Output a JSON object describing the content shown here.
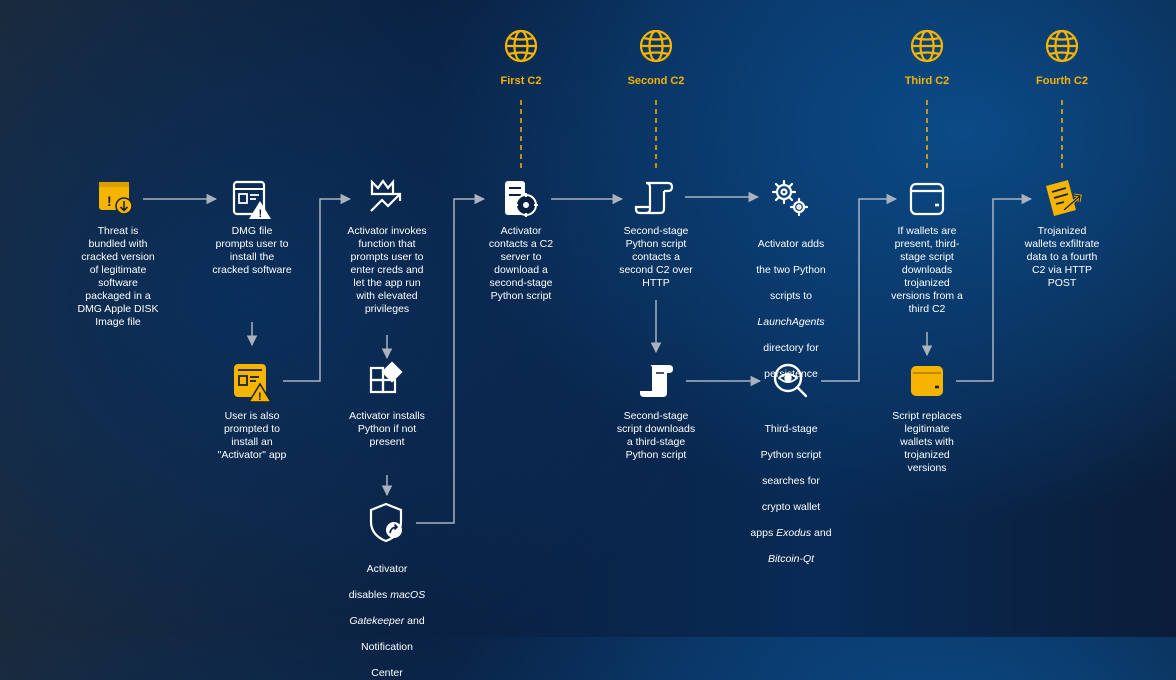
{
  "colors": {
    "accent": "#f5b400",
    "line": "#a9b2bd",
    "icon": "#ffffff"
  },
  "c2": [
    {
      "name": "First C2",
      "icon": "globe-icon"
    },
    {
      "name": "Second C2",
      "icon": "globe-icon"
    },
    {
      "name": "Third C2",
      "icon": "globe-icon"
    },
    {
      "name": "Fourth C2",
      "icon": "globe-icon"
    }
  ],
  "steps": {
    "threat": {
      "icon": "dmg-download-icon",
      "text": "Threat is\nbundled with\ncracked version\nof legitimate\nsoftware\npackaged in a\nDMG Apple DISK\nImage file"
    },
    "dmg_prompt": {
      "icon": "warning-window-icon",
      "text": "DMG file\nprompts user to\ninstall the\ncracked software"
    },
    "activator_prompt": {
      "icon": "warning-window-icon",
      "text": "User is also\nprompted to\ninstall an\n\"Activator\" app"
    },
    "invoke": {
      "icon": "crown-arrow-icon",
      "text": "Activator invokes\nfunction that\nprompts user to\nenter creds and\nlet the app run\nwith elevated\nprivileges"
    },
    "install_python": {
      "icon": "app-install-icon",
      "text": "Activator installs\nPython if not\npresent"
    },
    "gatekeeper": {
      "icon": "shield-arrow-icon",
      "line1": "Activator",
      "line2_prefix": "disables ",
      "line2_em": "macOS",
      "line3_em": "Gatekeeper",
      "line3_suffix": " and",
      "line4": "Notification",
      "line5": "Center"
    },
    "contact_c2": {
      "icon": "server-target-icon",
      "text": "Activator\ncontacts a C2\nserver to\ndownload a\nsecond-stage\nPython script"
    },
    "second_stage": {
      "icon": "script-scroll-icon",
      "text": "Second-stage\nPython script\ncontacts a\nsecond C2 over\nHTTP"
    },
    "second_downloads": {
      "icon": "script-scroll-icon",
      "text": "Second-stage\nscript downloads\na third-stage\nPython script"
    },
    "persistence": {
      "icon": "gears-icon",
      "line1": "Activator adds",
      "line2": "the two Python",
      "line3": "scripts to",
      "line4_em": "LaunchAgents",
      "line5": "directory for",
      "line6": "persistence"
    },
    "third_search": {
      "icon": "search-eye-icon",
      "line1": "Third-stage",
      "line2": "Python script",
      "line3": "searches for",
      "line4": "crypto wallet",
      "line5_prefix": "apps ",
      "line5_em": "Exodus",
      "line5_suffix": " and",
      "line6_em": "Bitcoin-Qt"
    },
    "wallets_present": {
      "icon": "wallet-outline-icon",
      "text": "If wallets are\npresent, third-\nstage script\ndownloads\ntrojanized\nversions from a\nthird C2"
    },
    "replace": {
      "icon": "wallet-filled-icon",
      "text": "Script replaces\nlegitimate\nwallets with\ntrojanized\nversions"
    },
    "exfil": {
      "icon": "data-exfil-icon",
      "text": "Trojanized\nwallets exfiltrate\ndata to a fourth\nC2 via HTTP\nPOST"
    }
  }
}
